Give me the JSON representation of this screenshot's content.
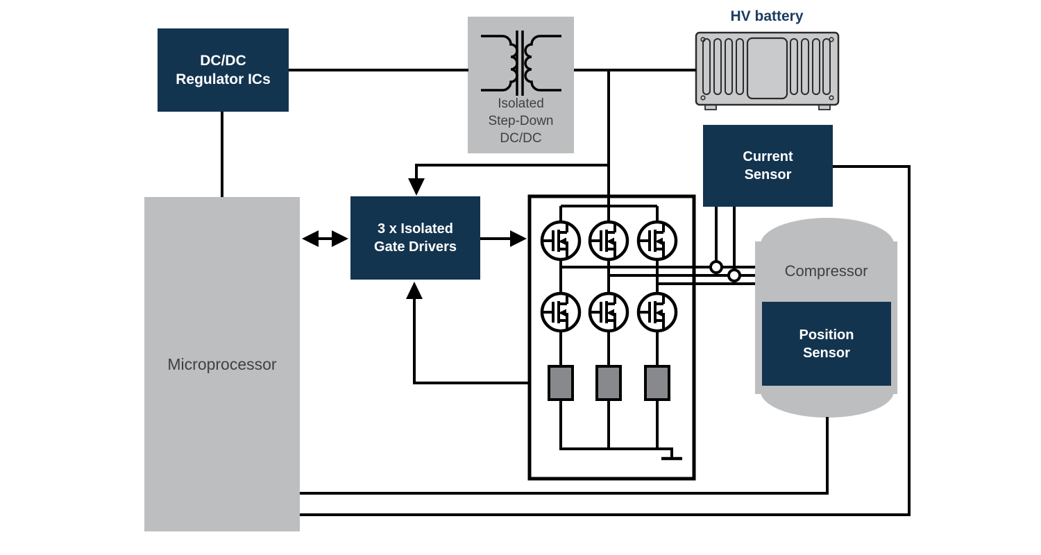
{
  "diagram": {
    "type": "block-diagram",
    "blocks": {
      "dcdc_regulator": {
        "label": "DC/DC\nRegulator ICs"
      },
      "isolated_stepdown": {
        "label": "Isolated\nStep-Down\nDC/DC"
      },
      "hv_battery": {
        "label": "HV battery"
      },
      "current_sensor": {
        "label": "Current\nSensor"
      },
      "microprocessor": {
        "label": "Microprocessor"
      },
      "gate_drivers": {
        "label": "3 x Isolated\nGate Drivers"
      },
      "compressor": {
        "label": "Compressor"
      },
      "position_sensor": {
        "label": "Position\nSensor"
      }
    },
    "icons": {
      "transformer-icon": "isolated transformer windings with core",
      "hv-battery-icon": "battery pack enclosure with vent slots and feet",
      "mosfet-icon": "N-channel MOSFET in circle (6x, three-phase inverter)",
      "shunt-resistor": "shunt resistor block (3x)",
      "current-loop-icon": "current-sense loop on phase wire (2x)",
      "ground-icon": "ground symbol",
      "arrowhead": "signal-direction arrow"
    },
    "colors": {
      "navy": "#13344F",
      "box_gray": "#BDBEC0",
      "shunt_gray": "#87898C",
      "battery_gray": "#C9CACC",
      "wire": "#000000",
      "text_dark": "#3F4042",
      "label_navy": "#1B3C5F",
      "background": "#FFFFFF"
    }
  }
}
